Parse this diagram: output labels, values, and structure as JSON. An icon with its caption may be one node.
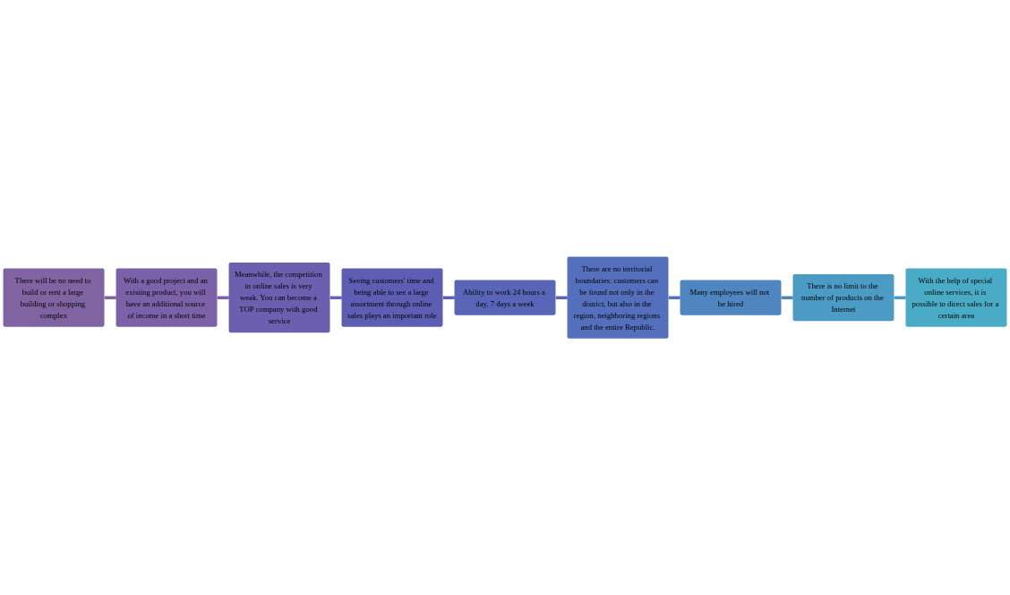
{
  "diagram": {
    "nodes": [
      {
        "text": [
          "There will be no need to build or rent a large building or shopping complex"
        ]
      },
      {
        "text": [
          "With a good project and an existing product, you will have an additional source of income in a short time"
        ]
      },
      {
        "text": [
          "Meanwhile, the competition in online sales is very weak. You can become a TOP company with good service"
        ]
      },
      {
        "text": [
          "There are no territorial boundaries: customers can be found not only in the district, but also in the region, neighboring regions and the entire Republic."
        ]
      },
      {
        "text": [
          "Ability to work 24 hours a day, 7 days a week"
        ]
      },
      {
        "text": [
          "Saving customers' time and being able to see a large assortment through online sales plays an important role"
        ]
      },
      {
        "text": [
          "Many employees will not be hired"
        ]
      },
      {
        "text": [
          "There is no limit to the number of products on the Internet"
        ]
      },
      {
        "text": [
          "With the help of special online services, it is possible to direct sales for a certain area"
        ]
      }
    ],
    "edges": [
      {
        "from": 0,
        "to": 1,
        "arrow": "none"
      },
      {
        "from": 1,
        "to": 2,
        "arrow": "none"
      },
      {
        "from": 2,
        "to": 5,
        "arrow": "none"
      },
      {
        "from": 5,
        "to": 4,
        "arrow": "none"
      },
      {
        "from": 4,
        "to": 3,
        "arrow": "none"
      },
      {
        "from": 3,
        "to": 6,
        "arrow": "none"
      },
      {
        "from": 6,
        "to": 7,
        "arrow": "none"
      },
      {
        "from": 7,
        "to": 8,
        "arrow": "none"
      }
    ]
  }
}
